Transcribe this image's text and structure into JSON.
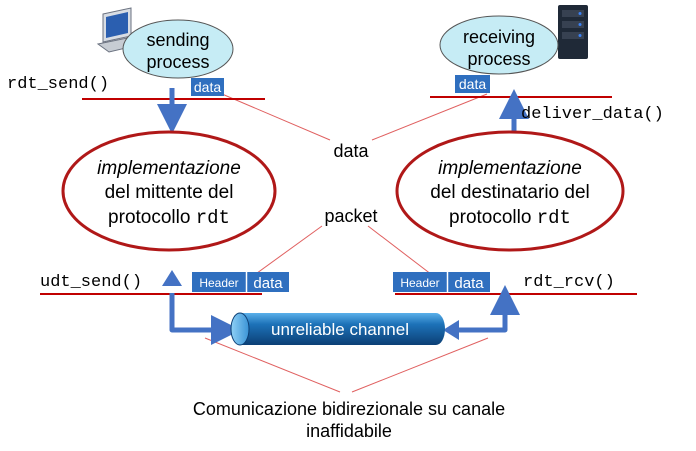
{
  "sender": {
    "process_line1": "sending",
    "process_line2": "process",
    "api_call": "rdt_send()",
    "data_tag": "data",
    "protocol_line1": "implementazione",
    "protocol_line2": "del mittente del",
    "protocol_line3_prefix": "protocollo ",
    "protocol_line3_code": "rdt",
    "lower_call": "udt_send()",
    "header_tag": "Header",
    "packet_data_tag": "data"
  },
  "receiver": {
    "process_line1": "receiving",
    "process_line2": "process",
    "api_call": "deliver_data()",
    "data_tag": "data",
    "protocol_line1": "implementazione",
    "protocol_line2": "del destinatario del",
    "protocol_line3_prefix": "protocollo ",
    "protocol_line3_code": "rdt",
    "lower_call": "rdt_rcv()",
    "header_tag": "Header",
    "packet_data_tag": "data"
  },
  "labels": {
    "data": "data",
    "packet": "packet",
    "channel": "unreliable channel",
    "caption_line1": "Comunicazione bidirezionale su canale",
    "caption_line2": "inaffidabile"
  },
  "colors": {
    "accent_red": "#c00000",
    "ellipse_stroke": "#b01818",
    "bubble_fill": "#c6ecf5",
    "tag_blue": "#2f6fbf",
    "arrow_blue": "#4472c4",
    "channel_blue": "#1d72b8"
  },
  "icons": {
    "sender_icon": "laptop-icon",
    "receiver_icon": "server-icon"
  }
}
